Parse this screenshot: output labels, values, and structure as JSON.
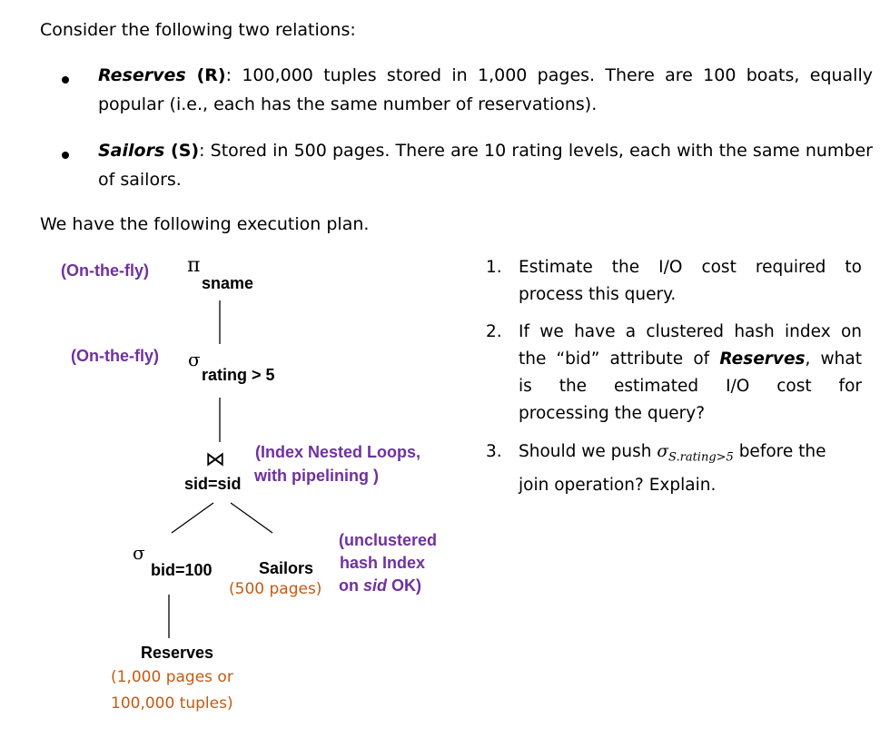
{
  "intro": "Consider the following two relations:",
  "relations": [
    {
      "name": "Reserves",
      "abbr": " (R)",
      "line1": ":  100,000 tuples stored in 1,000 pages.  There are 100 boats, equally",
      "line2": "popular (i.e., each has the same number of reservations)."
    },
    {
      "name": "Sailors",
      "abbr": " (S)",
      "line1": ": Stored in 500 pages. There are 10 rating levels, each with the same number",
      "line2": "of sailors."
    }
  ],
  "plan_intro": "We have the following execution plan.",
  "plan": {
    "project": {
      "mode": "(On-the-fly)",
      "symbol": "π",
      "subscript": "sname"
    },
    "select_rating": {
      "mode": "(On-the-fly)",
      "symbol": "σ",
      "subscript": "rating > 5"
    },
    "join": {
      "symbol": "⋈",
      "subscript": "sid=sid",
      "method_line1": "(Index Nested Loops,",
      "method_line2": "with pipelining )"
    },
    "select_bid": {
      "symbol": "σ",
      "subscript": "bid=100"
    },
    "sailors": {
      "name": "Sailors",
      "pages": "(500 pages)",
      "index_line1": "(unclustered",
      "index_line2": "hash Index",
      "index_line3_pre": "on ",
      "index_line3_attr": "sid",
      "index_line3_post": " OK)"
    },
    "reserves": {
      "name": "Reserves",
      "size_line1": "(1,000 pages or",
      "size_line2": "100,000 tuples)"
    }
  },
  "questions": [
    {
      "num": "1.",
      "lines": [
        "Estimate the I/O cost required to",
        "process this query."
      ]
    },
    {
      "num": "2.",
      "line1": "If we have a clustered hash index on",
      "line2_pre": "the “bid” attribute of ",
      "line2_em": "Reserves",
      "line2_post": ", what",
      "line3": "is the estimated I/O cost for",
      "line4": "processing the query?"
    },
    {
      "num": "3.",
      "pre": "Should we push ",
      "sigma": "σ",
      "sub": "S.rating>5",
      "post": " before the",
      "line2": "join operation? Explain."
    }
  ],
  "colors": {
    "purple": "#7030a0",
    "orange": "#c55a11",
    "text": "#000000"
  }
}
